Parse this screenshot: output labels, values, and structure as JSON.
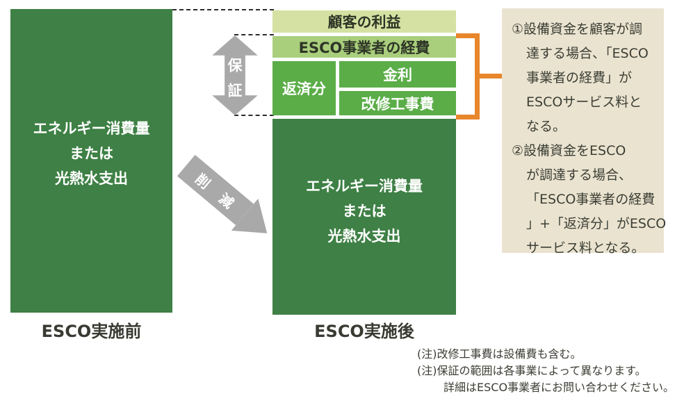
{
  "before_chart": {
    "block_lines": [
      "エネルギー消費量",
      "または",
      "光熱水支出"
    ],
    "caption": "ESCO実施前"
  },
  "after_chart": {
    "block_lines": [
      "エネルギー消費量",
      "または",
      "光熱水支出"
    ],
    "caption": "ESCO実施後",
    "boxes": {
      "customer_profit": "顧客の利益",
      "esco_expense": "ESCO事業者の経費",
      "repayment": "返済分",
      "interest": "金利",
      "renovation_cost": "改修工事費"
    }
  },
  "arrows": {
    "guarantee": {
      "char_top": "保",
      "char_bottom": "証"
    },
    "reduction": {
      "char_left": "削",
      "char_right": "減"
    }
  },
  "info_panel": {
    "lines": [
      "①設備資金を顧客が調",
      "達する場合、「ESCO",
      "事業者の経費」が",
      "ESCOサービス料と",
      "なる。",
      "②設備資金をESCO",
      "が調達する場合、",
      "「ESCO事業者の経費",
      "」+「返済分」がESCO",
      "サービス料となる。"
    ]
  },
  "notes": {
    "line1": "(注)改修工事費は設備費も含む。",
    "line2": "(注)保証の範囲は各事業によって異なります。",
    "line3": "詳細はESCO事業者にお問い合わせください。"
  },
  "colors": {
    "dark_green": "#3e8045",
    "light_yellow_green": "#d5e1a2",
    "light_green": "#a9ce7c",
    "vivid_green": "#5bad48",
    "panel_beige": "#eae3d0",
    "bracket_orange": "#e8862b",
    "arrow_gray": "#a9a9a9"
  }
}
